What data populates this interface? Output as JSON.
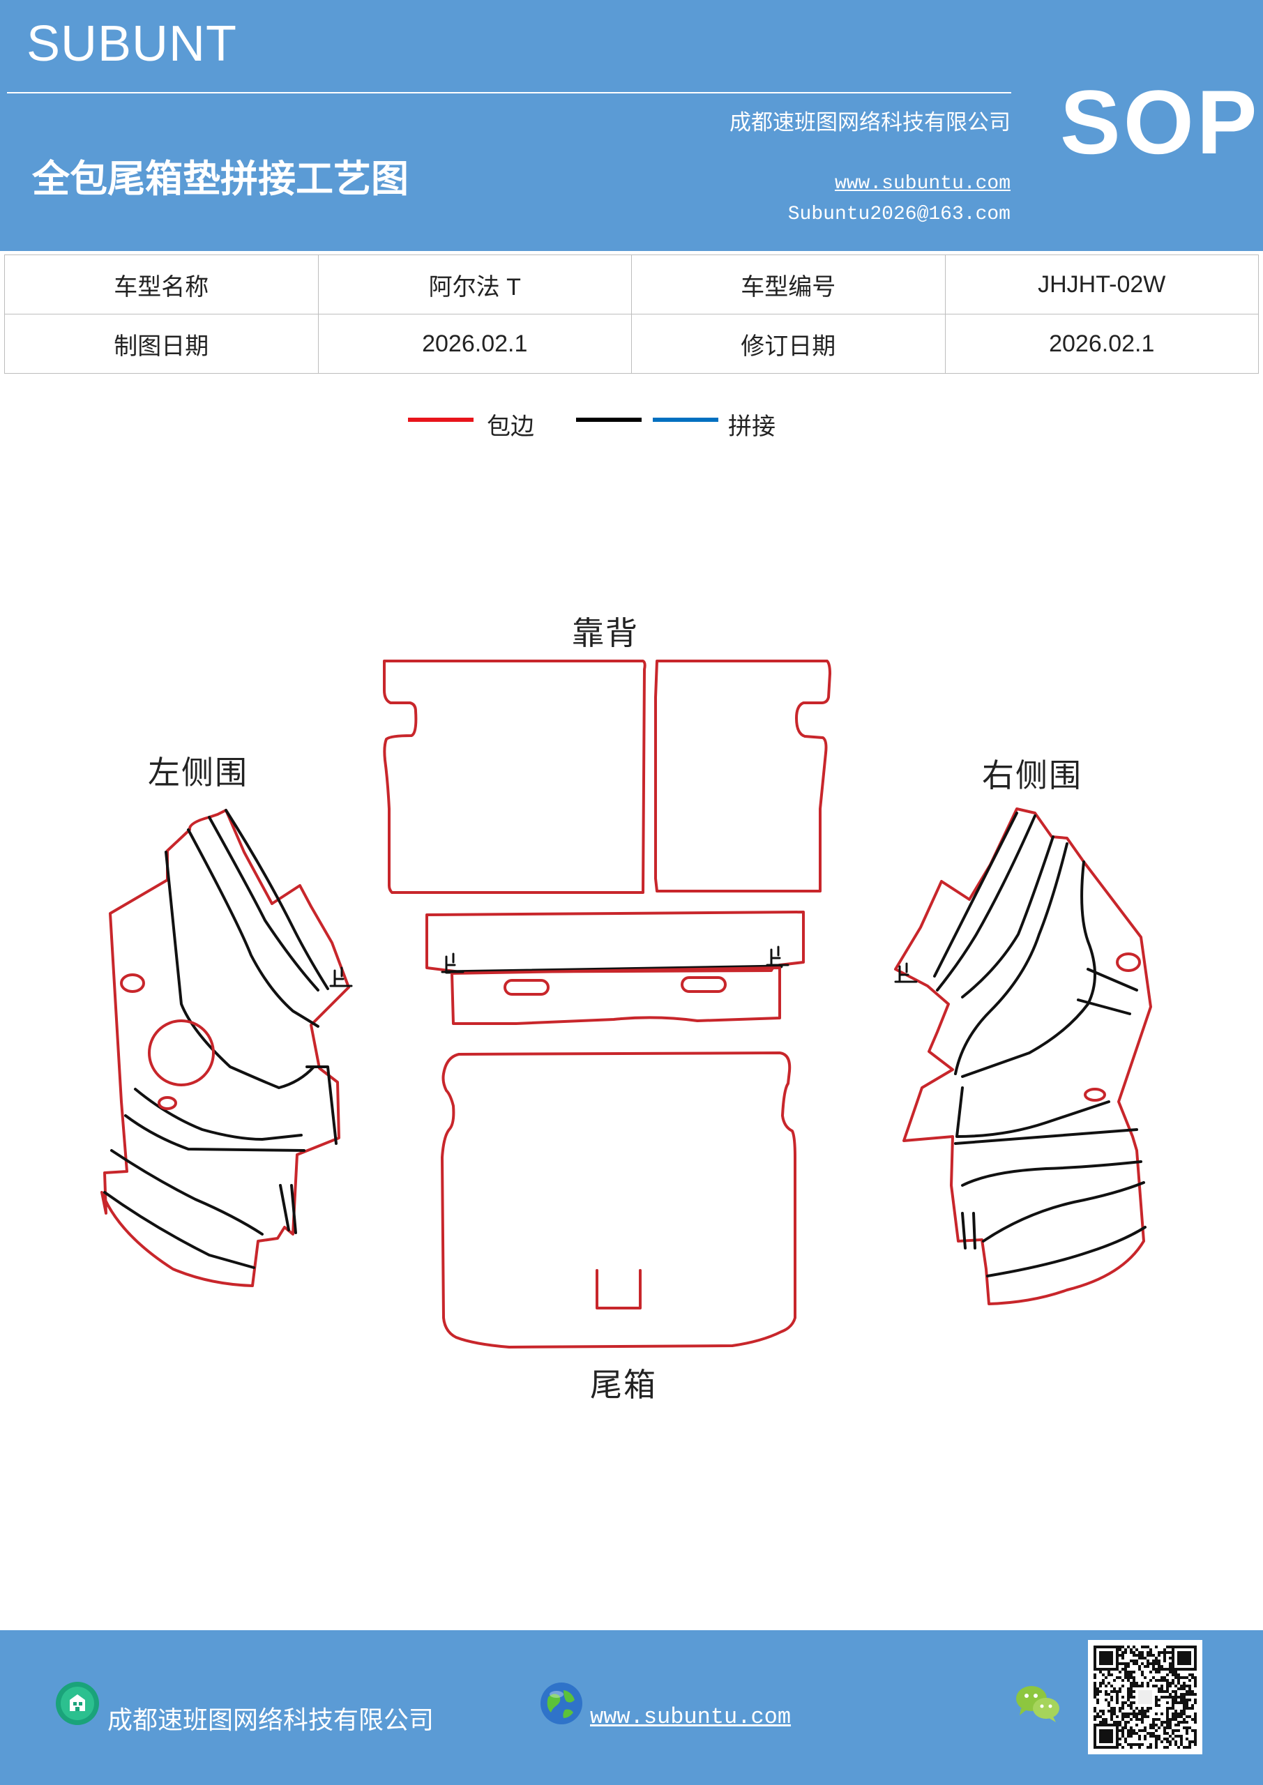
{
  "header": {
    "brand": "SUBUNT",
    "company": "成都速班图网络科技有限公司",
    "title": "全包尾箱垫拼接工艺图",
    "website": "www.subuntu.com",
    "email": "Subuntu2026@163.com",
    "badge": "SOP"
  },
  "info_table": {
    "rows": [
      [
        "车型名称",
        "阿尔法 T",
        "车型编号",
        "JHJHT-02W"
      ],
      [
        "制图日期",
        "2026.02.1",
        "修订日期",
        "2026.02.1"
      ]
    ]
  },
  "legend": {
    "items": [
      {
        "label": "包边",
        "color": "#e8141b"
      },
      {
        "label": "",
        "color": "#000000"
      },
      {
        "label": "拼接",
        "color": "#0070c0"
      }
    ]
  },
  "drawing": {
    "labels": {
      "backrest": "靠背",
      "left": "左侧围",
      "right": "右侧围",
      "trunk": "尾箱"
    },
    "colors": {
      "edge": "#c8262b",
      "seam": "#111111"
    }
  },
  "footer": {
    "company": "成都速班图网络科技有限公司",
    "website": "www.subuntu.com",
    "icons": [
      "building-icon",
      "globe-icon",
      "wechat-icon",
      "qr-code"
    ]
  }
}
